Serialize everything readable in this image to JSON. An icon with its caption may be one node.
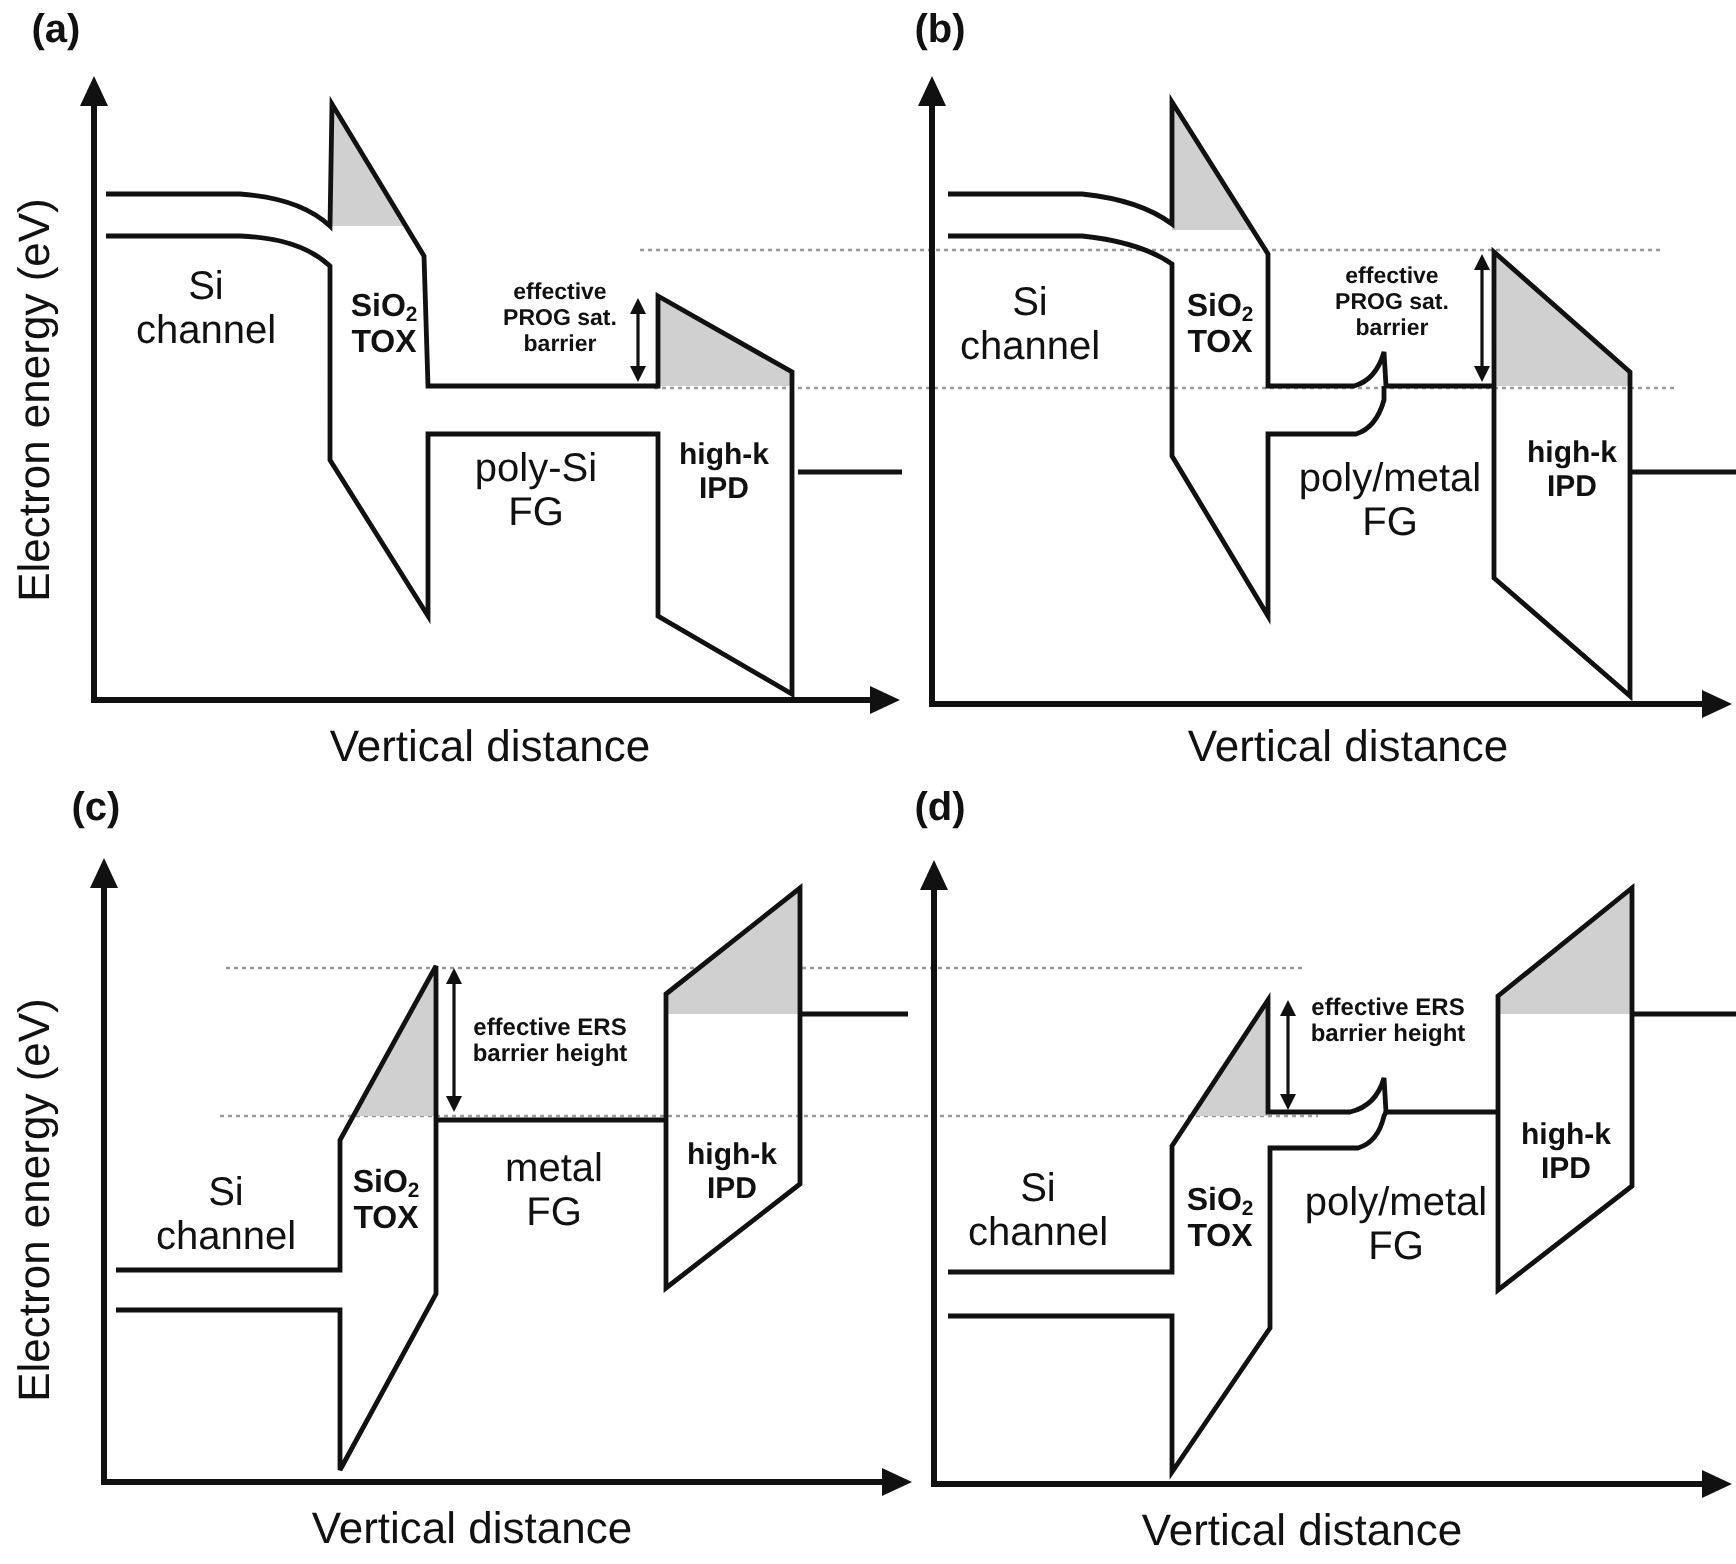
{
  "diagram": {
    "labels": [
      "(a)",
      "Electron energy (eV)",
      "Si channel",
      "SiO$_{2}$ TOX",
      "effective PROG sat. barrier",
      "poly-Si FG",
      "high-k IPD",
      "Vertical distance",
      "(b)",
      "Si channel",
      "SiO$_{2}$ TOX",
      "effective PROG sat. barrier",
      "poly/metal FG",
      "high-k IPD",
      "Vertical distance",
      "(c)",
      "Electron energy (eV)",
      "Si channel",
      "SiO$_{2}$ TOX",
      "effective ERS barrier height",
      "metal FG",
      "high-k IPD",
      "Vertical distance",
      "(d)",
      "Si channel",
      "SiO$_{2}$ TOX",
      "effective ERS barrier height",
      "poly/metal FG",
      "high-k IPD",
      "Vertical distance"
    ]
  }
}
